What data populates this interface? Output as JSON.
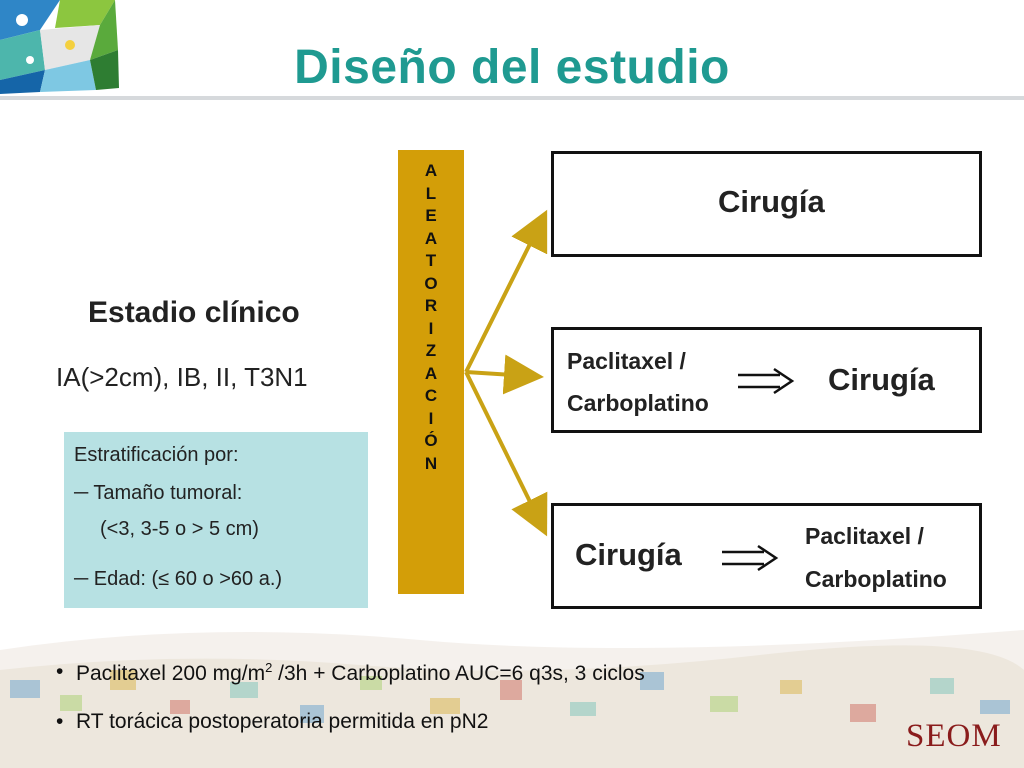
{
  "title": "Diseño del estudio",
  "stage": {
    "heading": "Estadio clínico",
    "list": "IA(>2cm), IB, II, T3N1"
  },
  "stratification": {
    "heading": "Estratificación por:",
    "item1": "─ Tamaño tumoral:",
    "item1_detail": "(<3, 3-5 o > 5 cm)",
    "item2": "─ Edad: (≤ 60 o >60 a.)"
  },
  "randomization": [
    "A",
    "L",
    "E",
    "A",
    "T",
    "O",
    "R",
    "I",
    "Z",
    "A",
    "C",
    "I",
    "Ó",
    "N"
  ],
  "arms": {
    "arm1": {
      "label": "Cirugía"
    },
    "arm2": {
      "drug_line1": "Paclitaxel /",
      "drug_line2": "Carboplatino",
      "then": "Cirugía"
    },
    "arm3": {
      "first": "Cirugía",
      "drug_line1": "Paclitaxel /",
      "drug_line2": "Carboplatino"
    }
  },
  "bullets": [
    {
      "pre": "Paclitaxel 200 mg/m",
      "sup": "2",
      "post": " /3h + Carboplatino  AUC=6  q3s, 3 ciclos"
    },
    {
      "text": "RT torácica postoperatoria permitida en pN2"
    }
  ],
  "logo": "SEOM",
  "colors": {
    "title": "#1f9a91",
    "randomization_bar": "#d39e08",
    "connector": "#c9a215",
    "stratification_box": "#b7e1e3",
    "logo": "#8a1c1c"
  }
}
